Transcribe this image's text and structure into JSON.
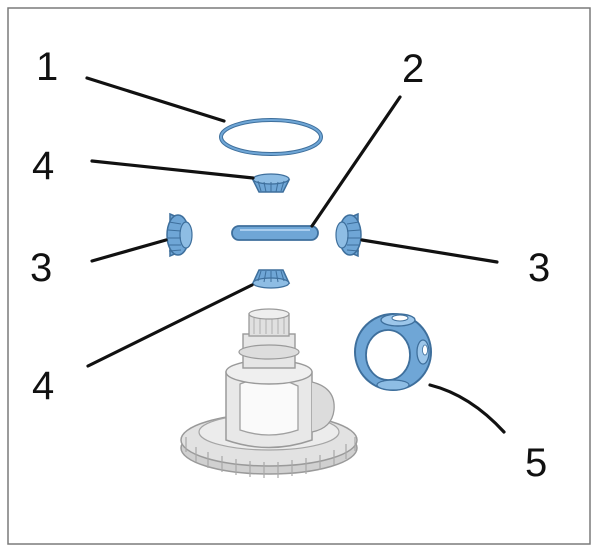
{
  "diagram": {
    "callouts": [
      {
        "id": "1",
        "label": "1"
      },
      {
        "id": "2",
        "label": "2"
      },
      {
        "id": "3a",
        "label": "3"
      },
      {
        "id": "3b",
        "label": "3"
      },
      {
        "id": "4a",
        "label": "4"
      },
      {
        "id": "4b",
        "label": "4"
      },
      {
        "id": "5",
        "label": "5"
      }
    ],
    "colors": {
      "highlight_part": "#6fa6d6",
      "highlight_dark": "#3e6f9c",
      "housing_gray": "#d9d9d9",
      "housing_outline": "#9a9a9a",
      "border": "#7a7a7a",
      "background": "#ffffff"
    }
  }
}
